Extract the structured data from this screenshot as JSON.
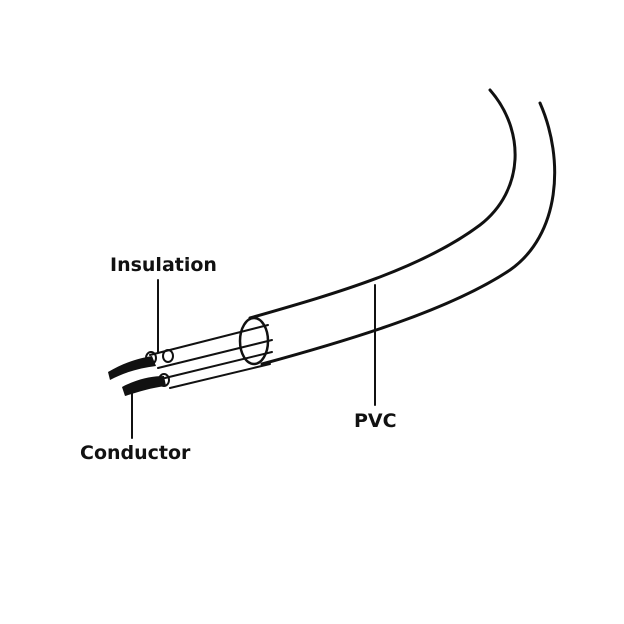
{
  "labels": {
    "insulation": "Insulation",
    "conductor": "Conductor",
    "pvc": "PVC"
  },
  "colors": {
    "line": "#111111",
    "background": "#ffffff"
  }
}
